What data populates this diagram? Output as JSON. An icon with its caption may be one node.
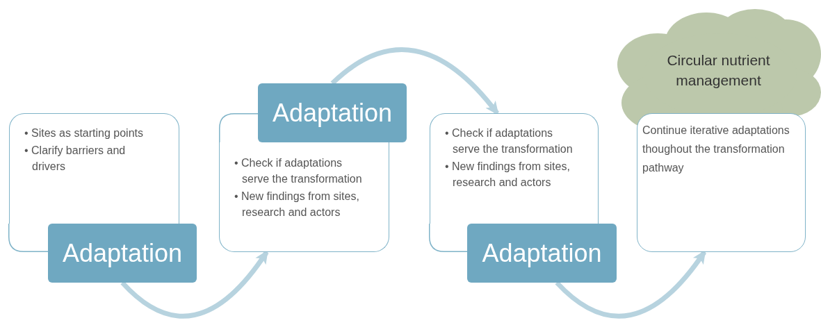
{
  "diagram": {
    "nodes": [
      {
        "text": [
          "• Sites as starting points",
          "• Clarify barriers and drivers"
        ]
      },
      {
        "text": [
          "Adaptation"
        ]
      },
      {
        "text": [
          "• Check if adaptations serve the transformation",
          "• New findings from sites, research and actors"
        ]
      },
      {
        "text": [
          "Adaptation"
        ]
      },
      {
        "text": [
          "• Check if adaptations serve the transformation",
          "• New findings from sites, research and actors"
        ]
      },
      {
        "text": [
          "Adaptation"
        ]
      },
      {
        "text": [
          "Circular nutrient management"
        ]
      },
      {
        "text": [
          "Continue iterative adaptations thoughout the transformation pathway"
        ]
      }
    ],
    "edges": [
      {
        "from": 1,
        "to": 2,
        "arrow": "to"
      },
      {
        "from": 3,
        "to": 4,
        "arrow": "to"
      },
      {
        "from": 5,
        "to": 7,
        "arrow": "to"
      }
    ]
  }
}
